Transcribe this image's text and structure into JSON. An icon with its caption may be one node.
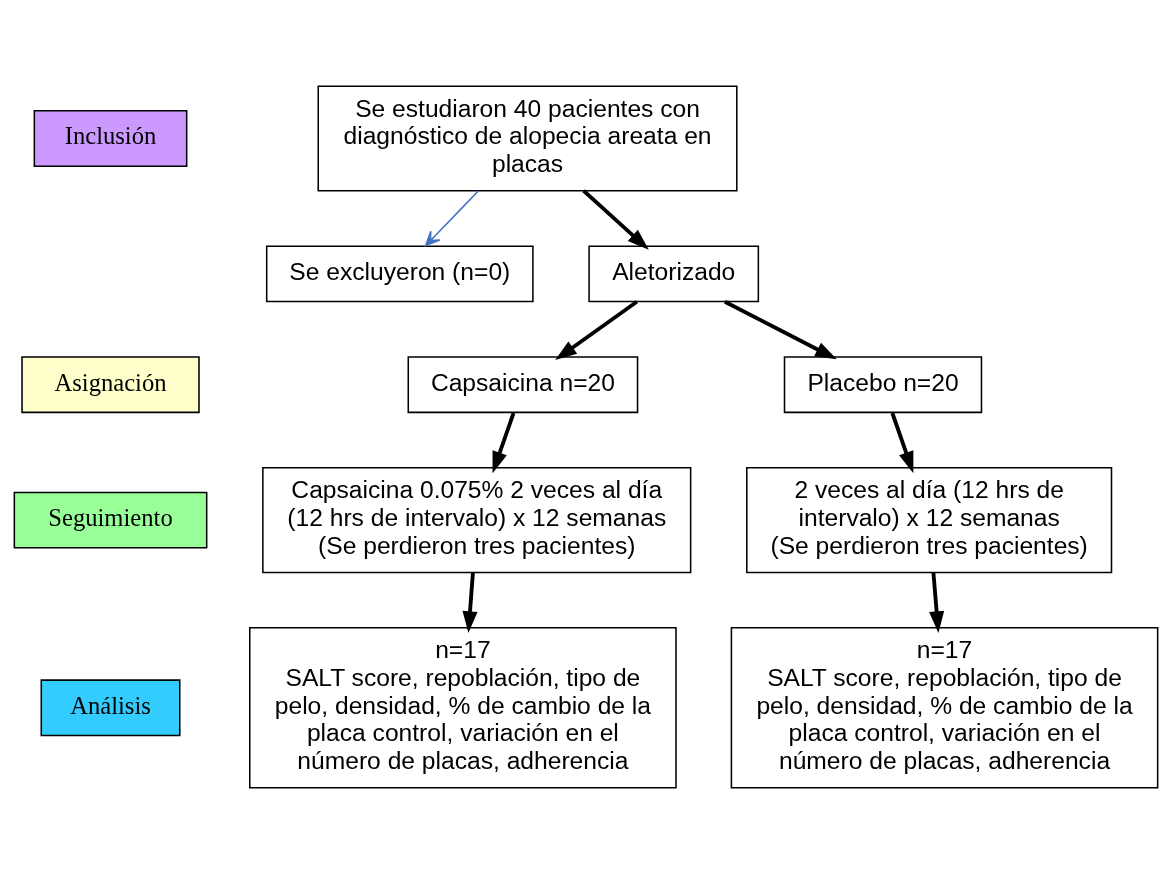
{
  "diagram": {
    "nodes": [
      {
        "text": [
          "Inclusión"
        ]
      },
      {
        "text": [
          "Se estudiaron 40 pacientes con diagnóstico de alopecia areata en placas"
        ]
      },
      {
        "text": [
          "Se excluyeron (n=0)"
        ]
      },
      {
        "text": [
          "Aletorizado"
        ]
      },
      {
        "text": [
          "Asignación"
        ]
      },
      {
        "text": [
          "Capsaicina n=20"
        ]
      },
      {
        "text": [
          "Placebo n=20"
        ]
      },
      {
        "text": [
          "Seguimiento"
        ]
      },
      {
        "text": [
          "Capsaicina 0.075% 2 veces al día (12 hrs de intervalo) x 12 semanas",
          "(Se perdieron tres pacientes)"
        ]
      },
      {
        "text": [
          "2 veces al día (12 hrs de intervalo) x 12 semanas",
          "(Se perdieron tres pacientes)"
        ]
      },
      {
        "text": [
          "Análisis"
        ]
      },
      {
        "text": [
          "n=17",
          "SALT score, repoblación, tipo de pelo, densidad, % de cambio de la placa control, variación en el número de placas, adherencia"
        ]
      },
      {
        "text": [
          "n=17",
          "SALT score, repoblación, tipo de pelo, densidad, % de cambio de la placa control, variación en el número de placas, adherencia"
        ]
      }
    ],
    "edges": [
      {
        "from": 1,
        "to": 3,
        "arrow": "to"
      },
      {
        "from": 1,
        "to": 2,
        "arrow": "to",
        "color": "#4472c4"
      },
      {
        "from": 3,
        "to": 5,
        "arrow": "to"
      },
      {
        "from": 3,
        "to": 6,
        "arrow": "to"
      },
      {
        "from": 5,
        "to": 8,
        "arrow": "to"
      },
      {
        "from": 6,
        "to": 9,
        "arrow": "to"
      },
      {
        "from": 8,
        "to": 11,
        "arrow": "to"
      },
      {
        "from": 9,
        "to": 12,
        "arrow": "to"
      }
    ]
  }
}
